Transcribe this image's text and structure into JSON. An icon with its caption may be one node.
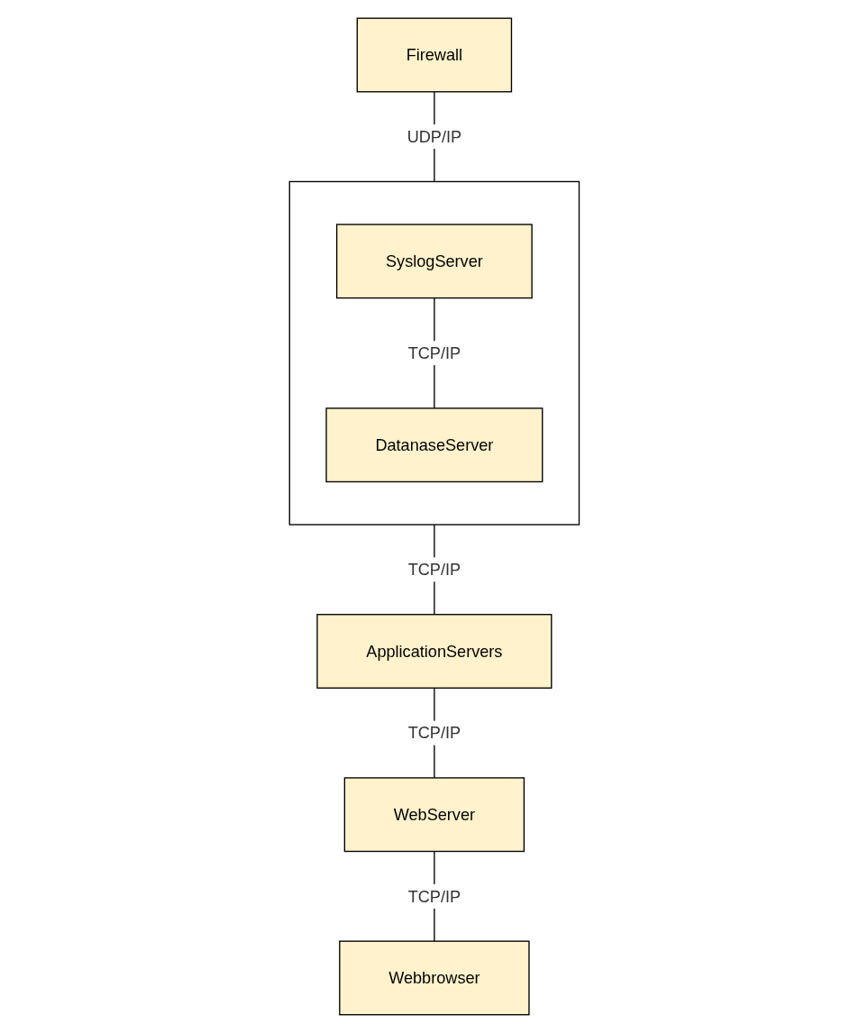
{
  "diagram": {
    "nodes": [
      {
        "text": [
          "Firewall"
        ]
      },
      {
        "text": [],
        "shape": "box"
      },
      {
        "text": [
          "SyslogServer"
        ],
        "in": 1
      },
      {
        "text": [
          "DatanaseServer"
        ],
        "in": 1
      },
      {
        "text": [
          "ApplicationServers"
        ]
      },
      {
        "text": [
          "WebServer"
        ]
      },
      {
        "text": [
          "Webbrowser"
        ]
      }
    ],
    "edges": [
      {
        "from": 0,
        "to": 1,
        "arrow": "none",
        "label": "UDP/IP"
      },
      {
        "from": 2,
        "to": 3,
        "arrow": "none",
        "label": "TCP/IP"
      },
      {
        "from": 1,
        "to": 4,
        "arrow": "none",
        "label": "TCP/IP"
      },
      {
        "from": 4,
        "to": 5,
        "arrow": "none",
        "label": "TCP/IP"
      },
      {
        "from": 5,
        "to": 6,
        "arrow": "none",
        "label": "TCP/IP"
      }
    ]
  }
}
